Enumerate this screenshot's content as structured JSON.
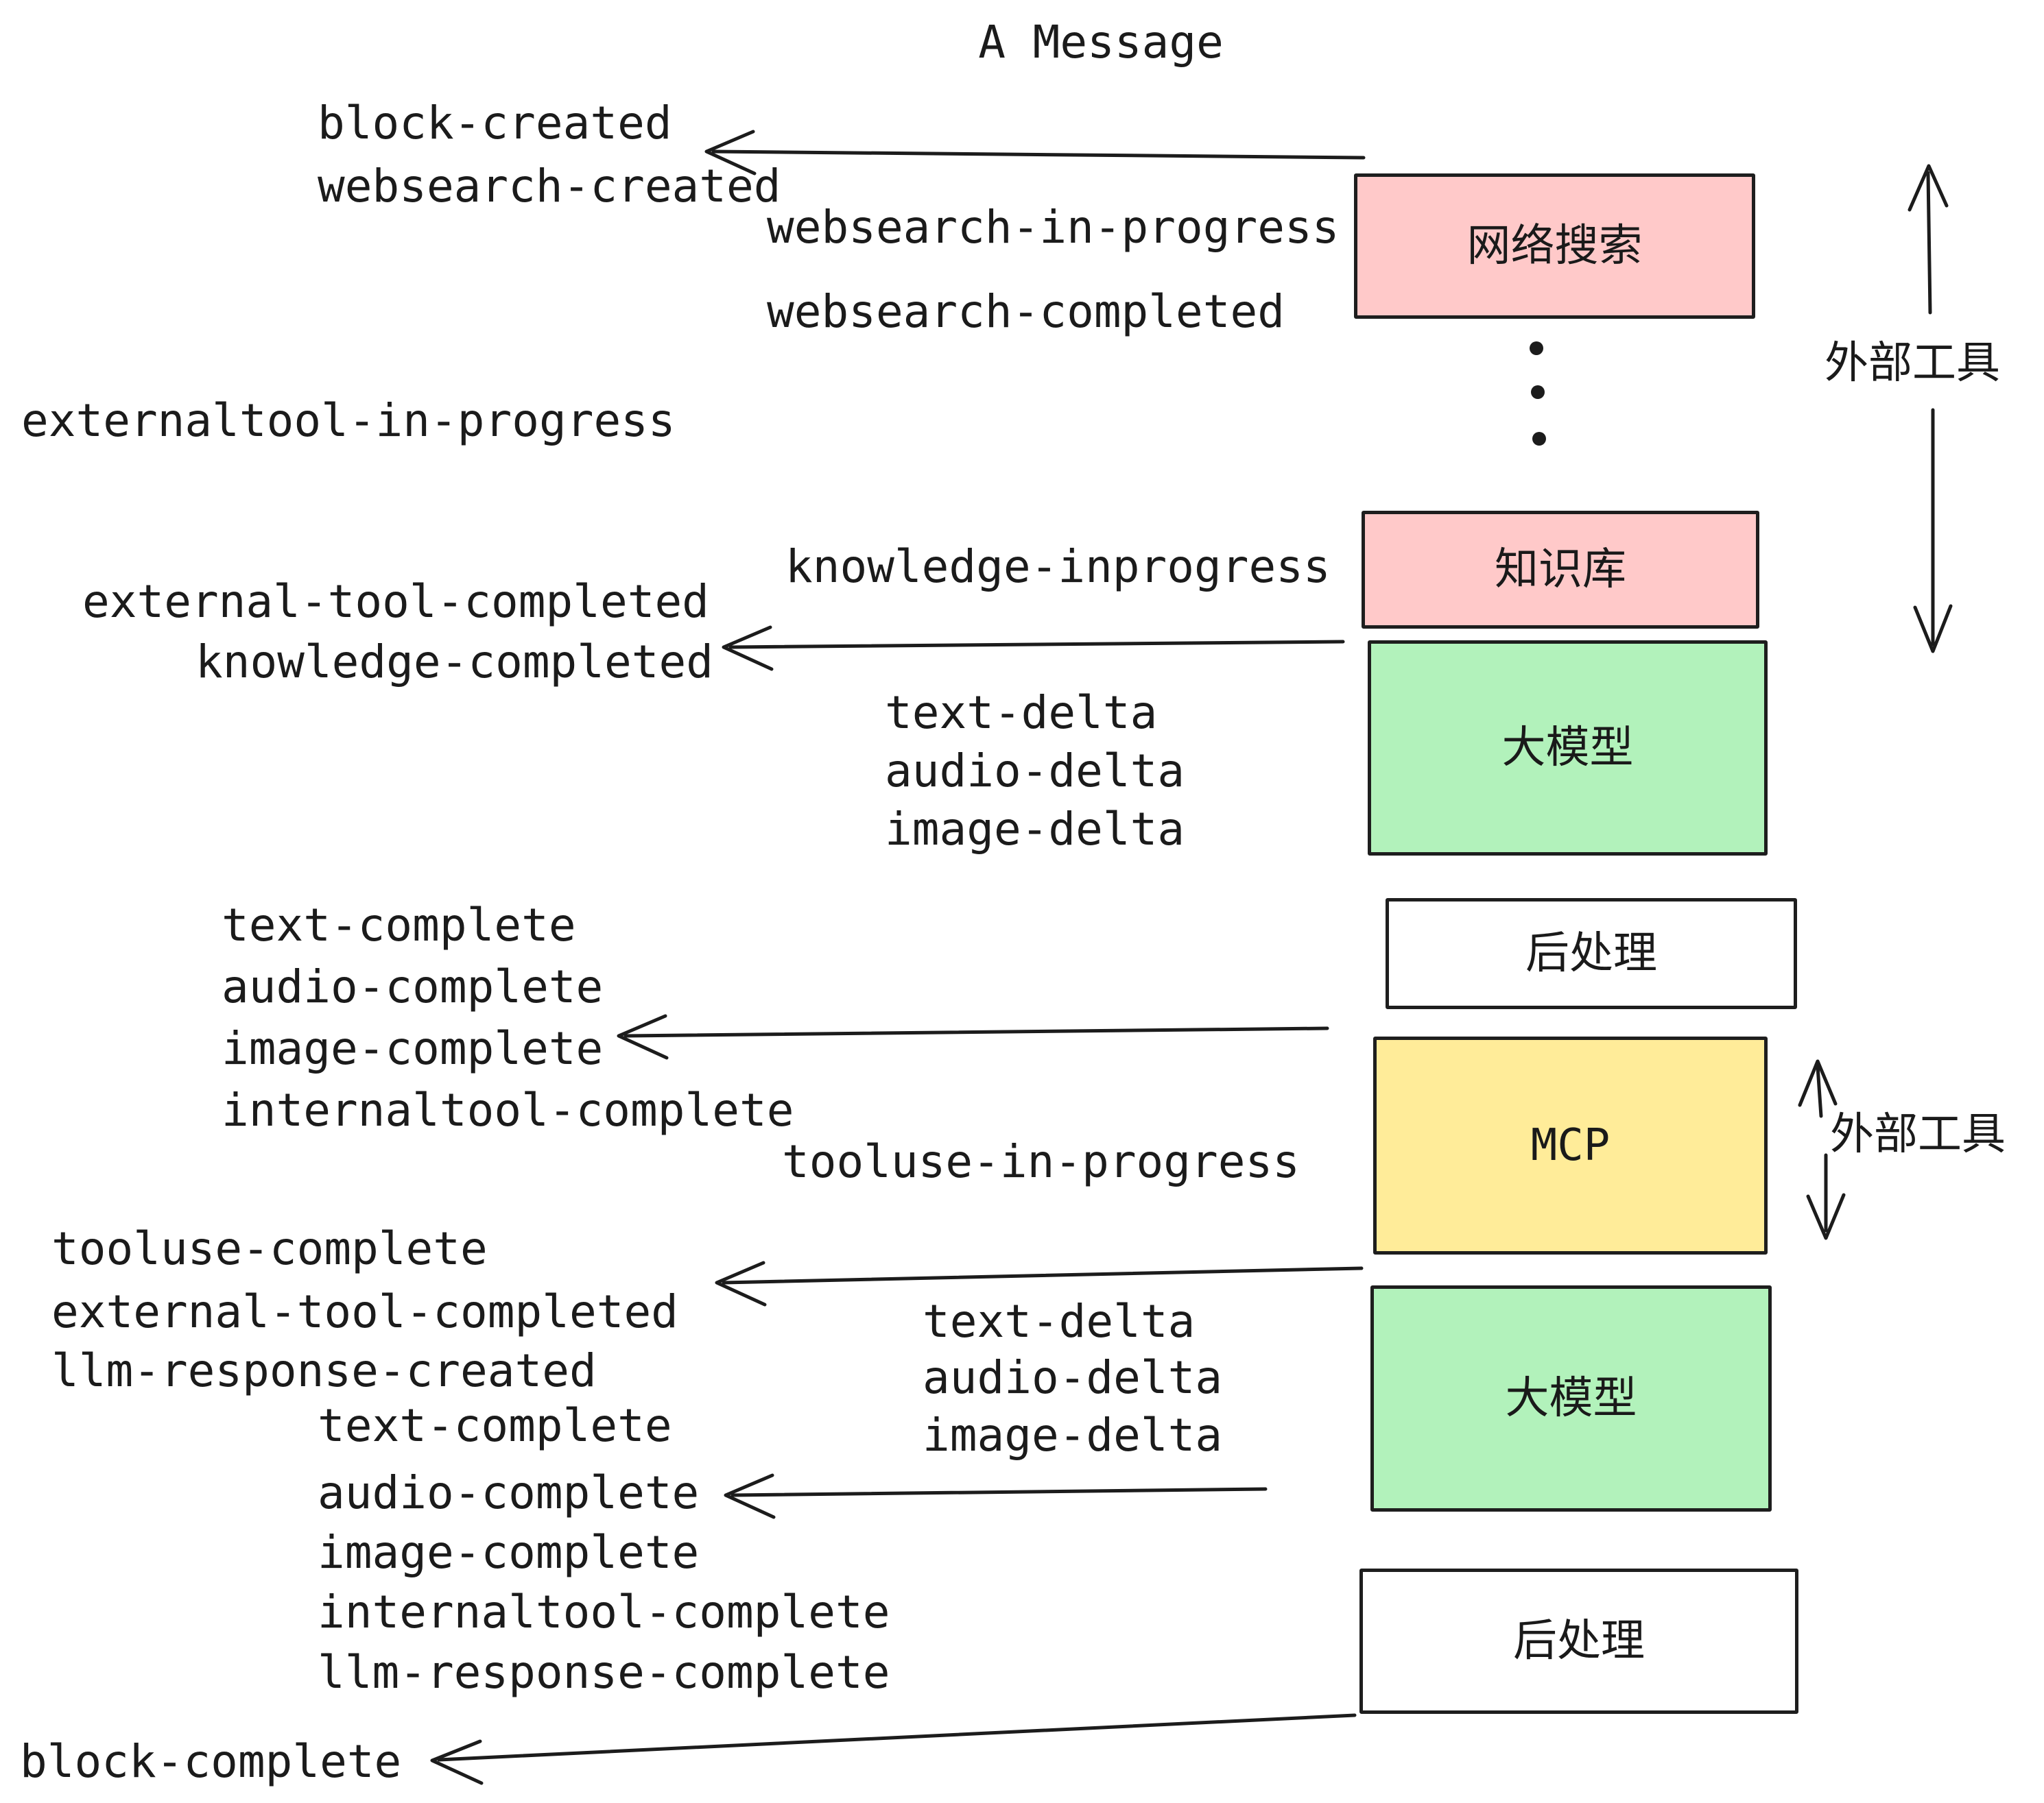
{
  "title": "A Message",
  "colors": {
    "box_pink": "#ffc9c9",
    "box_green": "#b2f2bb",
    "box_yellow": "#ffec99",
    "box_white": "#ffffff",
    "stroke": "#1e1e1e",
    "text": "#1b1b1b"
  },
  "boxes": {
    "websearch": {
      "label": "网络搜索"
    },
    "knowledge": {
      "label": "知识库"
    },
    "llm_top": {
      "label": "大模型"
    },
    "post_top": {
      "label": "后处理"
    },
    "mcp": {
      "label": "MCP"
    },
    "llm_bottom": {
      "label": "大模型"
    },
    "post_bottom": {
      "label": "后处理"
    }
  },
  "side_labels": {
    "external_tools_top": "外部工具",
    "external_tools_mid": "外部工具"
  },
  "icons": {
    "vertical_ellipsis": "vertical-ellipsis-dots",
    "left_arrows": "left-pointing-flow-arrows",
    "double_arrows": "up-down-double-arrows"
  },
  "events": {
    "block_created": "block-created",
    "websearch_created": "websearch-created",
    "websearch_in_progress": "websearch-in-progress",
    "websearch_completed": "websearch-completed",
    "externaltool_in_progress": "externaltool-in-progress",
    "knowledge_inprogress": "knowledge-inprogress",
    "external_tool_completed_1": "external-tool-completed",
    "knowledge_completed": "knowledge-completed",
    "text_delta_1": "text-delta",
    "audio_delta_1": "audio-delta",
    "image_delta_1": "image-delta",
    "text_complete_1": "text-complete",
    "audio_complete_1": "audio-complete",
    "image_complete_1": "image-complete",
    "internaltool_complete_1": "internaltool-complete",
    "tooluse_in_progress": "tooluse-in-progress",
    "tooluse_complete": "tooluse-complete",
    "external_tool_completed_2": "external-tool-completed",
    "llm_response_created": "llm-response-created",
    "text_complete_2": "text-complete",
    "audio_complete_2": "audio-complete",
    "image_complete_2": "image-complete",
    "internaltool_complete_2": "internaltool-complete",
    "llm_response_complete": "llm-response-complete",
    "text_delta_2": "text-delta",
    "audio_delta_2": "audio-delta",
    "image_delta_2": "image-delta",
    "block_complete": "block-complete"
  }
}
